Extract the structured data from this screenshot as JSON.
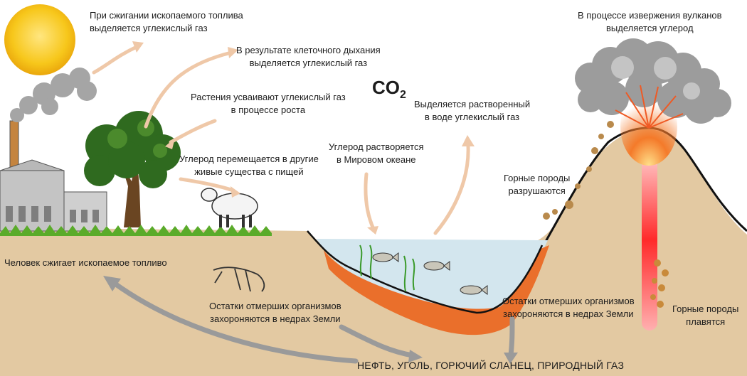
{
  "co2": {
    "main": "CO",
    "sub": "2"
  },
  "labels": {
    "fossil_burning": [
      "При сжигании ископаемого топлива",
      "выделяется углекислый газ"
    ],
    "respiration": [
      "В результате клеточного дыхания",
      "выделяется углекислый газ"
    ],
    "plants": [
      "Растения усваивают углекислый газ",
      "в процессе роста"
    ],
    "food_chain": [
      "Углерод перемещается в другие",
      "живые существа с пищей"
    ],
    "ocean_dissolve": [
      "Углерод растворяется",
      "в Мировом океане"
    ],
    "ocean_release": [
      "Выделяется растворенный",
      "в воде углекислый газ"
    ],
    "volcano": [
      "В процессе извержения вулканов",
      "выделяется углерод"
    ],
    "rocks_erode": [
      "Горные породы",
      "разрушаются"
    ],
    "rocks_melt": [
      "Горные породы",
      "плавятся"
    ],
    "human_burns": "Человек сжигает ископаемое топливо",
    "burial_land": [
      "Остатки отмерших организмов",
      "захороняются в недрах Земли"
    ],
    "burial_sea": [
      "Остатки отмерших организмов",
      "захороняются в недрах Земли"
    ],
    "fuels": "НЕФТЬ, УГОЛЬ, ГОРЮЧИЙ СЛАНЕЦ, ПРИРОДНЫЙ ГАЗ"
  },
  "colors": {
    "sun": "#f5c518",
    "ground": "#e3c9a2",
    "grass": "#5aab2a",
    "water": "#d3e6ee",
    "sediment": "#ea6f2b",
    "upward_arrow": "#efc8a8",
    "gray_arrow": "#9a9a9a",
    "lava": "#ee3030"
  }
}
